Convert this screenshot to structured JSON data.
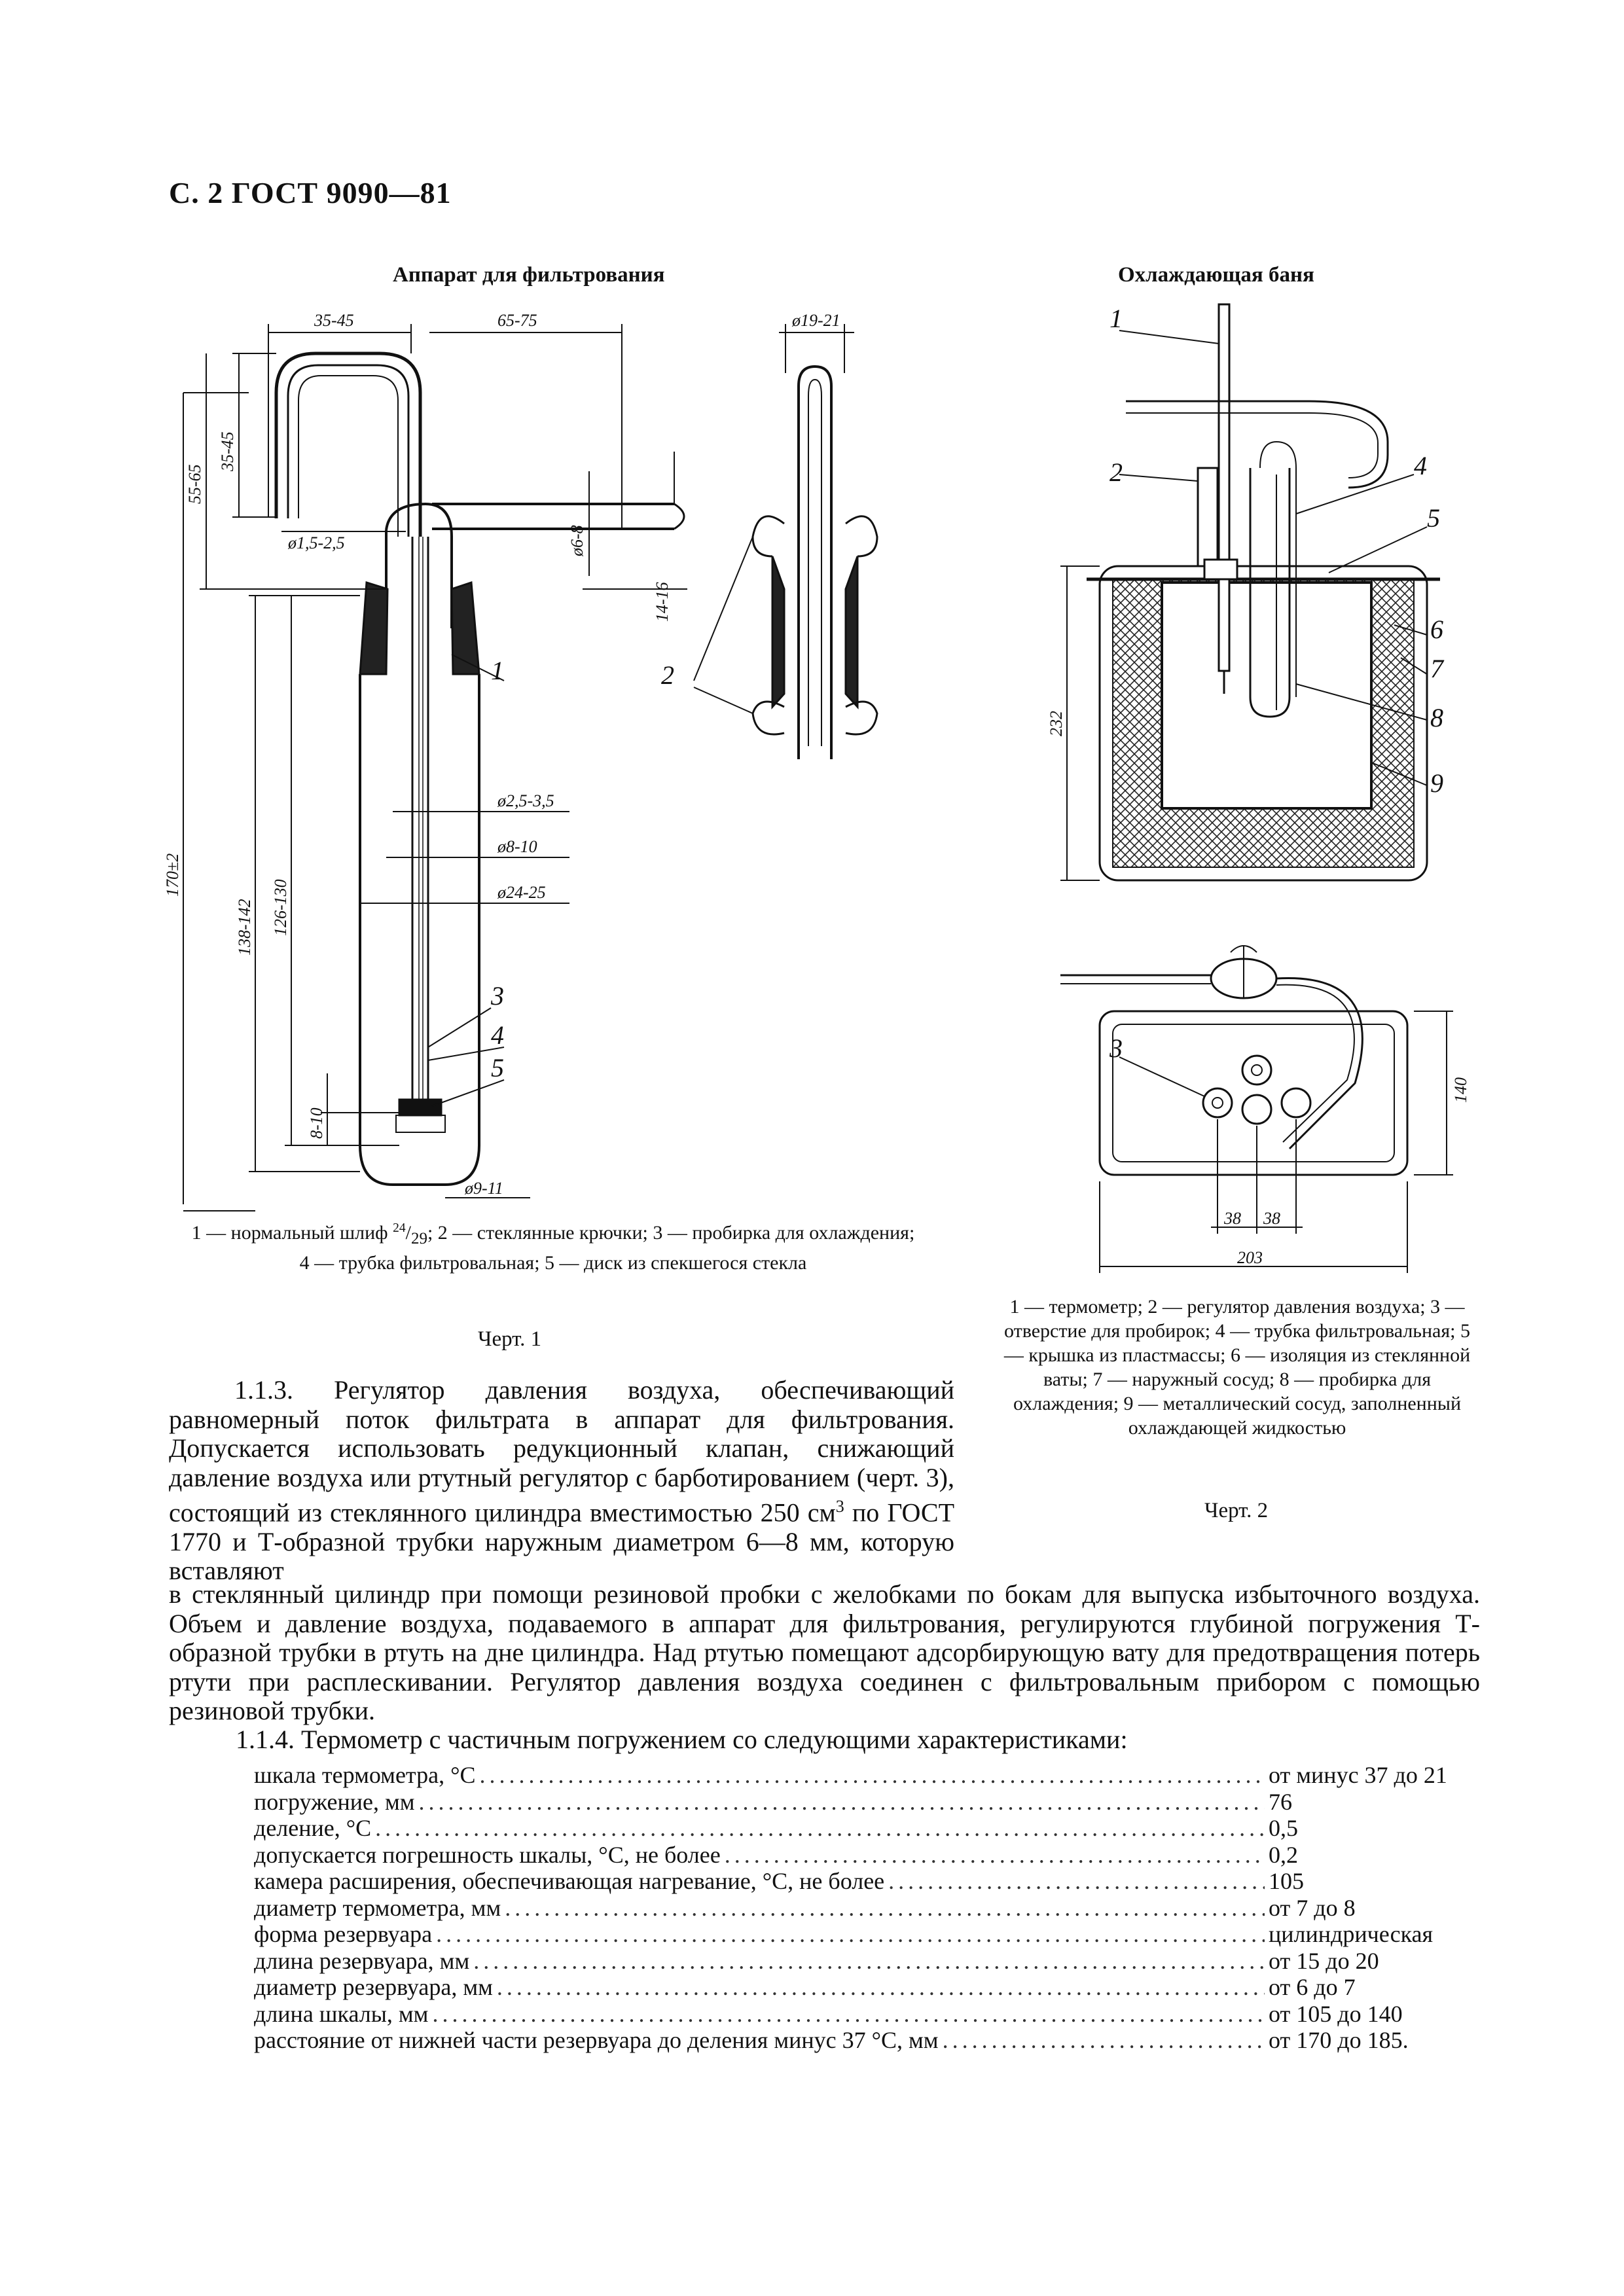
{
  "header": {
    "page_ref": "С. 2 ГОСТ 9090—81"
  },
  "figure1": {
    "title": "Аппарат для фильтрования",
    "dims": {
      "d1": "35-45",
      "d2": "65-75",
      "d3": "ø19-21",
      "d4": "55-65",
      "d5": "35-45",
      "d6": "ø6-8",
      "d7": "ø1,5-2,5",
      "d8": "14-16",
      "d9": "ø2,5-3,5",
      "d10": "ø8-10",
      "d11": "ø24-25",
      "d12": "170±2",
      "d13": "138-142",
      "d14": "126-130",
      "d15": "8-10",
      "d16": "ø9-11"
    },
    "callouts": [
      "1",
      "2",
      "3",
      "4",
      "5"
    ],
    "legend": "1 — нормальный шлиф 24/29; 2 — стеклянные крючки; 3 — пробирка для охлаждения; 4 — трубка фильтровальная; 5 — диск из спекшегося стекла",
    "legend_parts": {
      "a": "1 — нормальный шлиф ",
      "sup": "24",
      "b": "/",
      "sub": "29",
      "c": "; 2 — стеклянные крючки; 3 — пробирка для охлаждения; 4 — трубка фильтровальная; 5 — диск из спекшегося стекла"
    },
    "caption": "Черт. 1"
  },
  "figure2": {
    "title": "Охлаждающая баня",
    "dims": {
      "height": "232",
      "top_h": "140",
      "w1": "38",
      "w2": "38",
      "total_w": "203"
    },
    "callouts": [
      "1",
      "2",
      "3",
      "4",
      "5",
      "6",
      "7",
      "8",
      "9"
    ],
    "legend": "1 — термометр; 2 — регулятор давления воздуха; 3 — отверстие для пробирок; 4 — трубка фильтровальная; 5 — крышка из пластмассы; 6 — изоляция из стеклянной ваты; 7 — наружный сосуд; 8 — пробирка для охлаждения; 9 — металлический сосуд, заполненный охлаждающей жидкостью",
    "caption": "Черт. 2"
  },
  "para_113": {
    "part1": "1.1.3. Регулятор давления воздуха, обеспечивающий равномерный поток фильтрата в аппарат для фильтрования. Допускается использовать редукционный клапан, снижающий давление воздуха или ртутный регулятор с барботированием (черт. 3), состоящий из стеклянного цилиндра вместимостью 250 см",
    "sup": "3",
    "part2": " по ГОСТ 1770 и Т-образной трубки наружным диаметром 6—8 мм, которую вставляют",
    "part3": "в стеклянный цилиндр при помощи резиновой пробки с желобками по бокам для выпуска избыточного воздуха. Объем и давление воздуха, подаваемого в аппарат для фильтрования, регулируются глубиной погружения Т-образной трубки в ртуть на дне цилиндра. Над ртутью помещают адсорбирующую вату для предотвращения потерь ртути при расплескивании. Регулятор давления воздуха соединен с фильтровальным прибором с помощью резиновой трубки."
  },
  "para_114": {
    "intro": "1.1.4. Термометр с частичным погружением со следующими характеристиками:",
    "specs": [
      {
        "label": "шкала термометра, °С",
        "value": "от минус 37 до 21"
      },
      {
        "label": "погружение, мм",
        "value": "76"
      },
      {
        "label": "деление, °С",
        "value": "0,5"
      },
      {
        "label": "допускается погрешность шкалы, °С, не более",
        "value": "0,2"
      },
      {
        "label": "камера расширения, обеспечивающая нагревание, °С, не более",
        "value": "105"
      },
      {
        "label": "диаметр термометра, мм",
        "value": "от 7 до 8"
      },
      {
        "label": "форма резервуара",
        "value": "цилиндрическая"
      },
      {
        "label": "длина резервуара, мм",
        "value": "от 15 до 20"
      },
      {
        "label": "диаметр резервуара, мм",
        "value": "от 6 до 7"
      },
      {
        "label": "длина шкалы, мм",
        "value": "от 105 до 140"
      },
      {
        "label": "расстояние от нижней части резервуара до деления минус 37 °С, мм",
        "value": "от 170 до 185."
      }
    ]
  }
}
